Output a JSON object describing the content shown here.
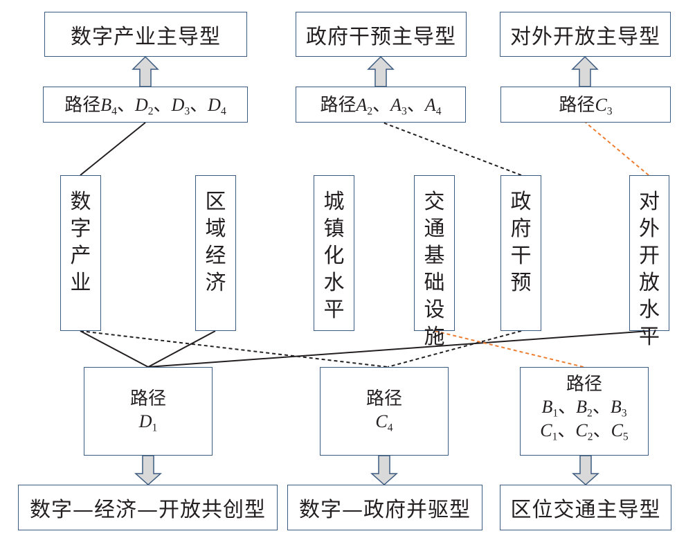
{
  "top_types": [
    {
      "label": "数字产业主导型"
    },
    {
      "label": "政府干预主导型"
    },
    {
      "label": "对外开放主导型"
    }
  ],
  "top_paths": [
    {
      "prefix": "路径",
      "items": [
        {
          "v": "B",
          "s": "4"
        },
        {
          "v": "D",
          "s": "2"
        },
        {
          "v": "D",
          "s": "3"
        },
        {
          "v": "D",
          "s": "4"
        }
      ]
    },
    {
      "prefix": "路径",
      "items": [
        {
          "v": "A",
          "s": "2"
        },
        {
          "v": "A",
          "s": "3"
        },
        {
          "v": "A",
          "s": "4"
        }
      ]
    },
    {
      "prefix": "路径",
      "items": [
        {
          "v": "C",
          "s": "3"
        }
      ]
    }
  ],
  "separator": "、",
  "factors": [
    {
      "label": "数字产业"
    },
    {
      "label": "区域经济"
    },
    {
      "label": "城镇化水平"
    },
    {
      "label": "交通基础设施"
    },
    {
      "label": "政府干预"
    },
    {
      "label": "对外开放水平"
    }
  ],
  "bottom_paths": [
    {
      "prefix": "路径",
      "rows": [
        [
          {
            "v": "D",
            "s": "1"
          }
        ]
      ]
    },
    {
      "prefix": "路径",
      "rows": [
        [
          {
            "v": "C",
            "s": "4"
          }
        ]
      ]
    },
    {
      "prefix": "路径",
      "rows": [
        [
          {
            "v": "B",
            "s": "1"
          },
          {
            "v": "B",
            "s": "2"
          },
          {
            "v": "B",
            "s": "3"
          }
        ],
        [
          {
            "v": "C",
            "s": "1"
          },
          {
            "v": "C",
            "s": "2"
          },
          {
            "v": "C",
            "s": "5"
          }
        ]
      ]
    }
  ],
  "bottom_types": [
    {
      "label": "数字—经济—开放共创型"
    },
    {
      "label": "数字—政府并驱型"
    },
    {
      "label": "区位交通主导型"
    }
  ],
  "colors": {
    "box_border": "#3a5a80",
    "arrow_fill": "#d9d9d9",
    "solid_line": "#231f20",
    "dashed_black": "#231f20",
    "dashed_orange": "#ed7d31"
  },
  "links": [
    {
      "from": "数字产业",
      "to": "路径B4、D2、D3、D4",
      "style": "solid"
    },
    {
      "from": "政府干预",
      "to": "路径A2、A3、A4",
      "style": "dashed-black"
    },
    {
      "from": "对外开放水平",
      "to": "路径C3",
      "style": "dashed-orange"
    },
    {
      "from": "数字产业",
      "to": "路径D1",
      "style": "solid"
    },
    {
      "from": "区域经济",
      "to": "路径D1",
      "style": "solid"
    },
    {
      "from": "对外开放水平",
      "to": "路径D1",
      "style": "solid"
    },
    {
      "from": "数字产业",
      "to": "路径C4",
      "style": "dashed-black"
    },
    {
      "from": "政府干预",
      "to": "路径C4",
      "style": "dashed-black"
    },
    {
      "from": "交通基础设施",
      "to": "路径B1、B2、B3、C1、C2、C5",
      "style": "dashed-orange"
    }
  ]
}
